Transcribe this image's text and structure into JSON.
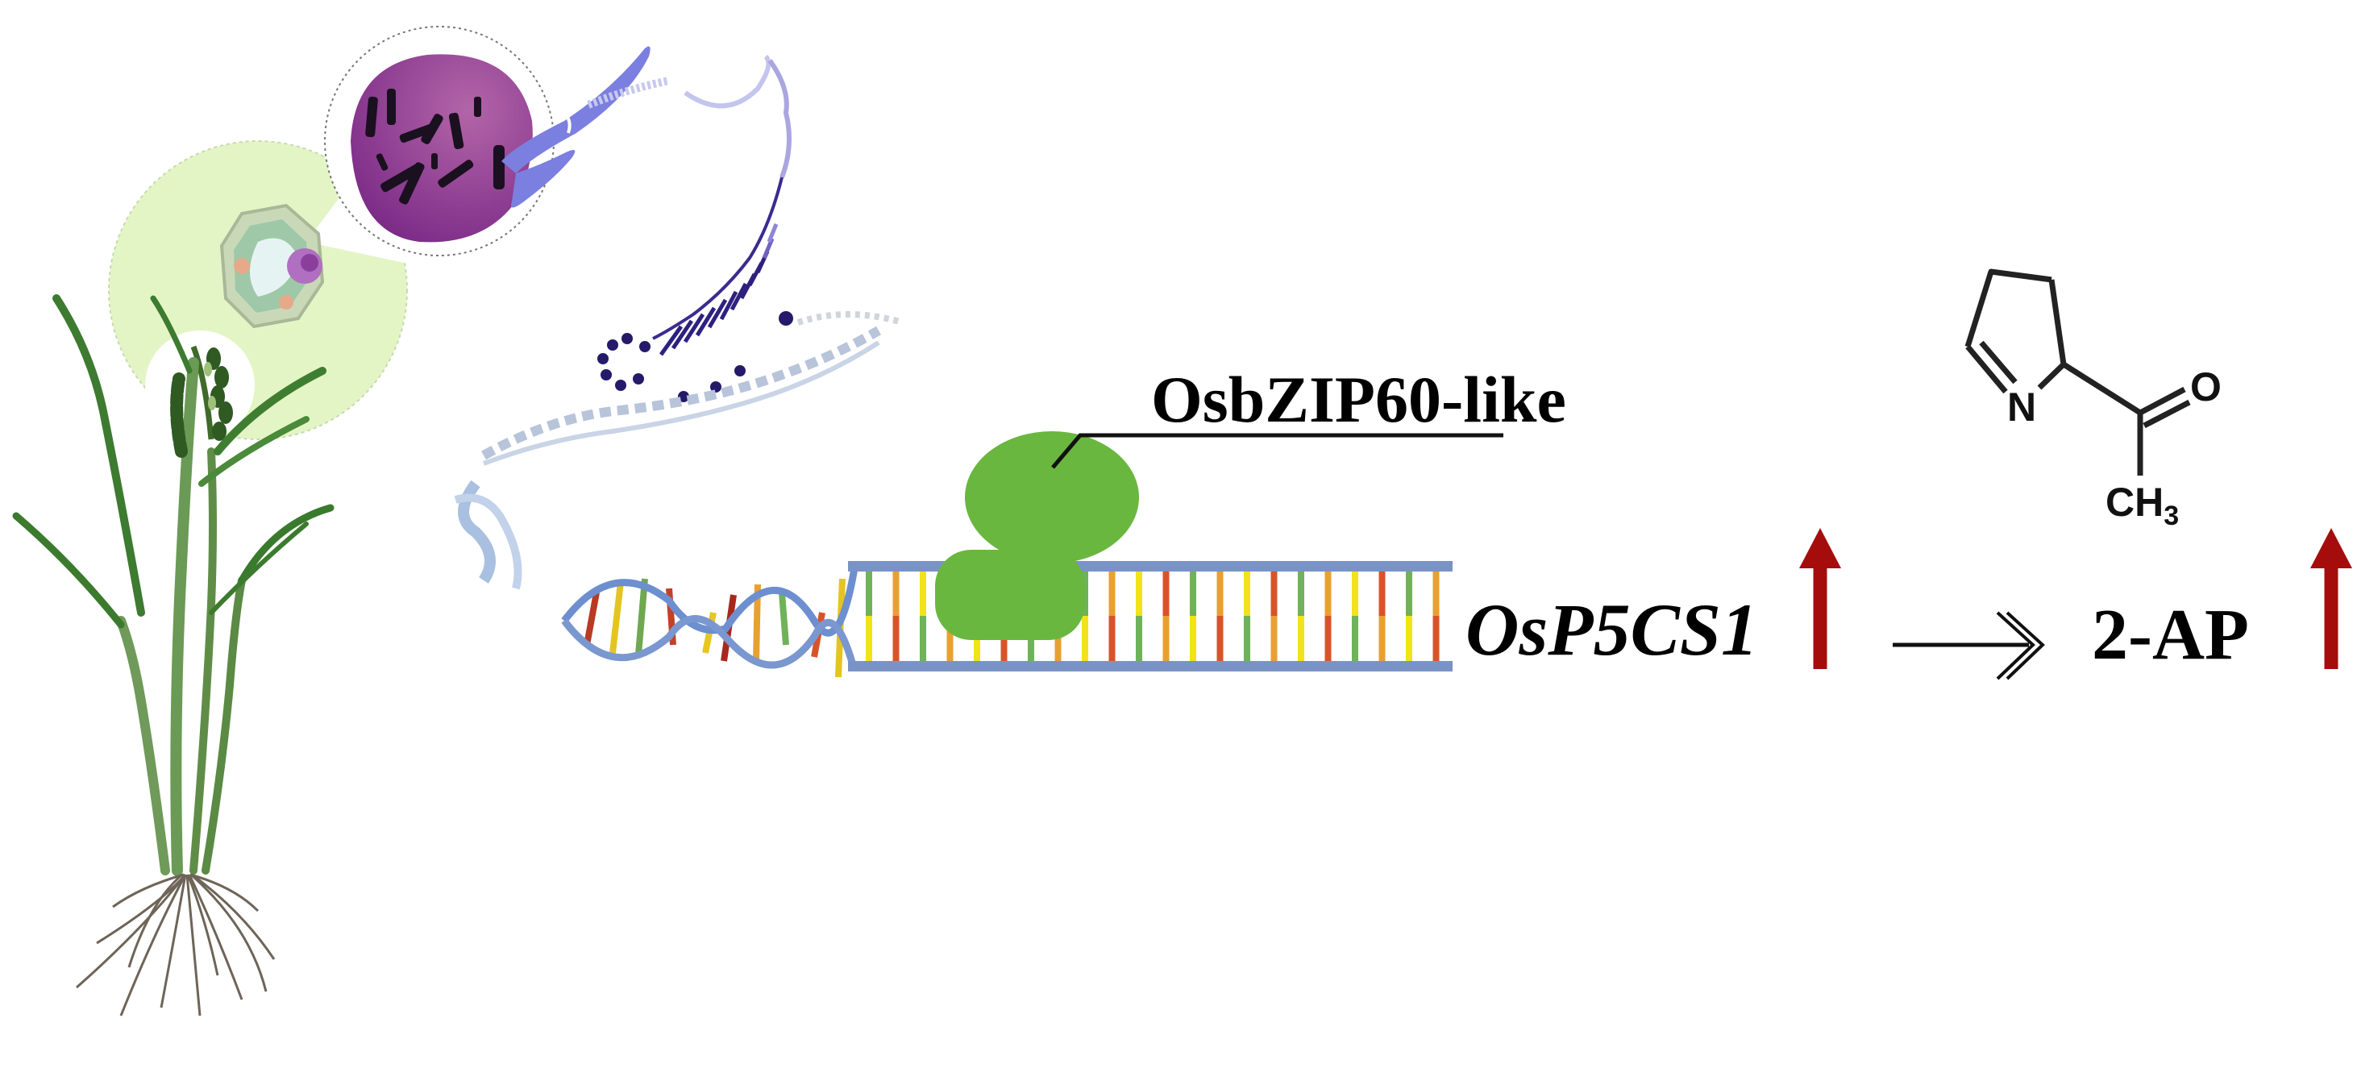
{
  "diagram": {
    "protein": {
      "label": "OsbZIP60-like",
      "color": "#6ab73f"
    },
    "gene": {
      "label": "OsP5CS1",
      "regulation": "up",
      "arrow_color": "#a50d0d"
    },
    "conversion_arrow": {
      "symbol": "double-headed-open-arrow"
    },
    "product": {
      "label": "2-AP",
      "regulation": "up",
      "arrow_color": "#a50d0d"
    },
    "molecule": {
      "name": "2-acetyl-1-pyrroline",
      "atoms": {
        "nitrogen": "N",
        "oxygen": "O",
        "methyl": "CH",
        "methyl_sub": "3"
      }
    },
    "illustrations": {
      "plant": "rice-plant",
      "tissue_zoom": "panicle-zoom-circle",
      "cell_zoom": "plant-cell-circle",
      "nucleus_zoom": "nucleus-with-chromosomes",
      "chromosome": "chromosome",
      "chromatin": "chromatin-unwinding",
      "dna": "dna-double-helix",
      "dna_ladder": "dna-ladder-promoter"
    },
    "colors": {
      "cell_circle_fill": "#e4f5c5",
      "nucleus": "#8e3a91",
      "chromosome": "#7b7fe0",
      "dna_backbone": "#7a93c6",
      "base_red": "#d9532a",
      "base_yellow": "#f2e21a",
      "base_green": "#6fb25a",
      "base_orange": "#e8a030"
    }
  }
}
